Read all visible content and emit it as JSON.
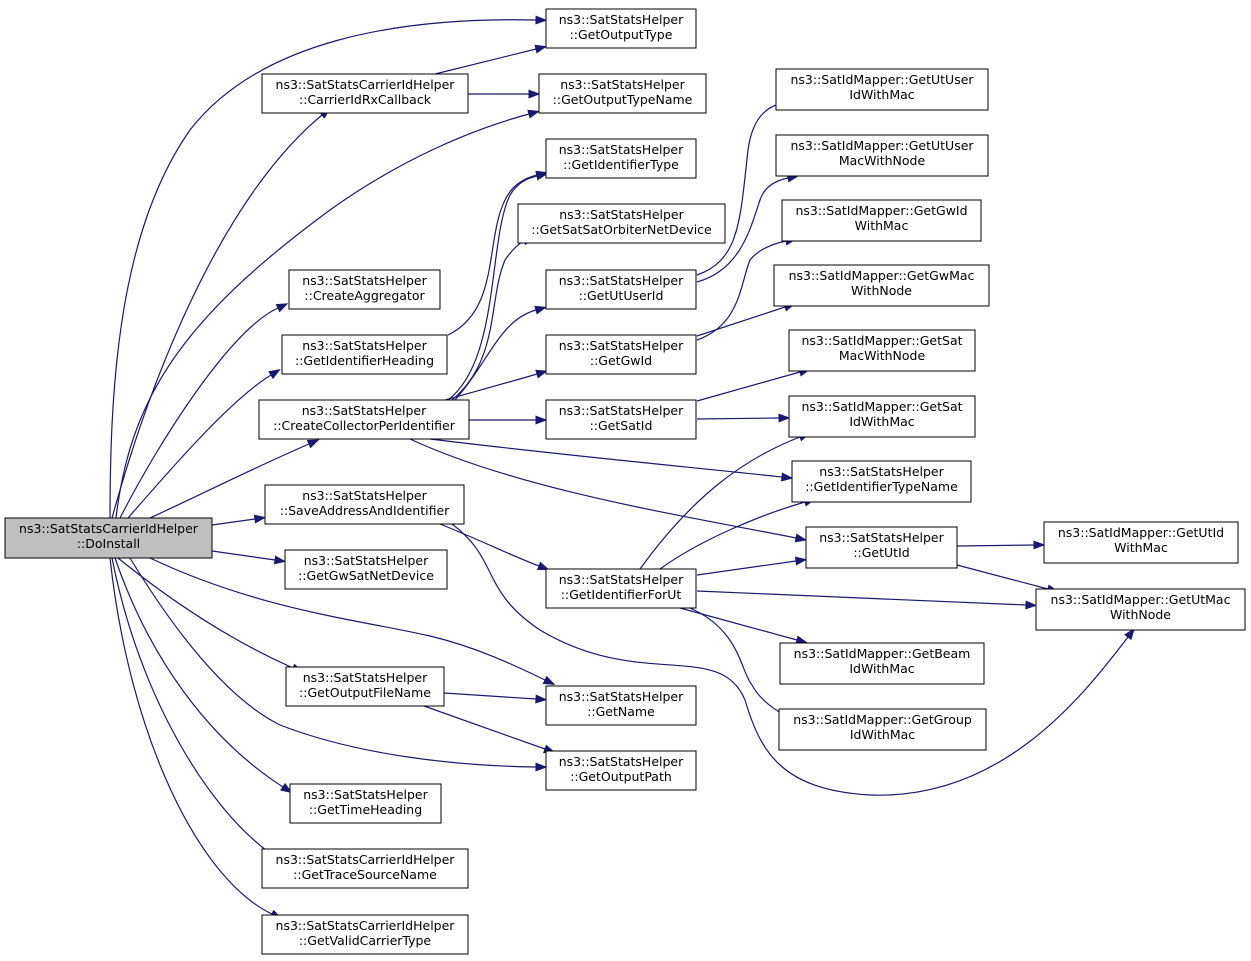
{
  "diagram": {
    "kind": "call-graph",
    "colors": {
      "edge": "#191970",
      "root_fill": "#bfbfbf",
      "node_fill": "#ffffff",
      "node_border": "#000000"
    },
    "nodes": [
      {
        "id": "doinstall",
        "lines": [
          "ns3::SatStatsCarrierIdHelper",
          "::DoInstall"
        ],
        "root": true
      },
      {
        "id": "getoutputtype",
        "lines": [
          "ns3::SatStatsHelper",
          "::GetOutputType"
        ]
      },
      {
        "id": "carrieridrx",
        "lines": [
          "ns3::SatStatsCarrierIdHelper",
          "::CarrierIdRxCallback"
        ]
      },
      {
        "id": "getoutputtypename",
        "lines": [
          "ns3::SatStatsHelper",
          "::GetOutputTypeName"
        ]
      },
      {
        "id": "getidentifiertype",
        "lines": [
          "ns3::SatStatsHelper",
          "::GetIdentifierType"
        ]
      },
      {
        "id": "getsatorbiter",
        "lines": [
          "ns3::SatStatsHelper",
          "::GetSatSatOrbiterNetDevice"
        ]
      },
      {
        "id": "createaggregator",
        "lines": [
          "ns3::SatStatsHelper",
          "::CreateAggregator"
        ]
      },
      {
        "id": "getutuserid",
        "lines": [
          "ns3::SatStatsHelper",
          "::GetUtUserId"
        ]
      },
      {
        "id": "getidentifierheading",
        "lines": [
          "ns3::SatStatsHelper",
          "::GetIdentifierHeading"
        ]
      },
      {
        "id": "getgwid",
        "lines": [
          "ns3::SatStatsHelper",
          "::GetGwId"
        ]
      },
      {
        "id": "createcollector",
        "lines": [
          "ns3::SatStatsHelper",
          "::CreateCollectorPerIdentifier"
        ]
      },
      {
        "id": "getsatid",
        "lines": [
          "ns3::SatStatsHelper",
          "::GetSatId"
        ]
      },
      {
        "id": "saveaddress",
        "lines": [
          "ns3::SatStatsHelper",
          "::SaveAddressAndIdentifier"
        ]
      },
      {
        "id": "getgwsatnetdevice",
        "lines": [
          "ns3::SatStatsHelper",
          "::GetGwSatNetDevice"
        ]
      },
      {
        "id": "getidentifierforut",
        "lines": [
          "ns3::SatStatsHelper",
          "::GetIdentifierForUt"
        ]
      },
      {
        "id": "getoutputfilename",
        "lines": [
          "ns3::SatStatsHelper",
          "::GetOutputFileName"
        ]
      },
      {
        "id": "getname",
        "lines": [
          "ns3::SatStatsHelper",
          "::GetName"
        ]
      },
      {
        "id": "getoutputpath",
        "lines": [
          "ns3::SatStatsHelper",
          "::GetOutputPath"
        ]
      },
      {
        "id": "gettimeheading",
        "lines": [
          "ns3::SatStatsHelper",
          "::GetTimeHeading"
        ]
      },
      {
        "id": "gettracesourcename",
        "lines": [
          "ns3::SatStatsCarrierIdHelper",
          "::GetTraceSourceName"
        ]
      },
      {
        "id": "getvalidcarriertype",
        "lines": [
          "ns3::SatStatsCarrierIdHelper",
          "::GetValidCarrierType"
        ]
      },
      {
        "id": "mapper_getutuseridwithmac",
        "lines": [
          "ns3::SatIdMapper::GetUtUser",
          "IdWithMac"
        ]
      },
      {
        "id": "mapper_getutusermacwithnode",
        "lines": [
          "ns3::SatIdMapper::GetUtUser",
          "MacWithNode"
        ]
      },
      {
        "id": "mapper_getgwidwithmac",
        "lines": [
          "ns3::SatIdMapper::GetGwId",
          "WithMac"
        ]
      },
      {
        "id": "mapper_getgwmacwithnode",
        "lines": [
          "ns3::SatIdMapper::GetGwMac",
          "WithNode"
        ]
      },
      {
        "id": "mapper_getsatmacwithnode",
        "lines": [
          "ns3::SatIdMapper::GetSat",
          "MacWithNode"
        ]
      },
      {
        "id": "mapper_getsatidwithmac",
        "lines": [
          "ns3::SatIdMapper::GetSat",
          "IdWithMac"
        ]
      },
      {
        "id": "getidentifiertypename",
        "lines": [
          "ns3::SatStatsHelper",
          "::GetIdentifierTypeName"
        ]
      },
      {
        "id": "getutid",
        "lines": [
          "ns3::SatStatsHelper",
          "::GetUtId"
        ]
      },
      {
        "id": "mapper_getutidwithmac",
        "lines": [
          "ns3::SatIdMapper::GetUtId",
          "WithMac"
        ]
      },
      {
        "id": "mapper_getutmacwithnode",
        "lines": [
          "ns3::SatIdMapper::GetUtMac",
          "WithNode"
        ]
      },
      {
        "id": "mapper_getbeamidwithmac",
        "lines": [
          "ns3::SatIdMapper::GetBeam",
          "IdWithMac"
        ]
      },
      {
        "id": "mapper_getgroupidwithmac",
        "lines": [
          "ns3::SatIdMapper::GetGroup",
          "IdWithMac"
        ]
      }
    ],
    "edges": [
      {
        "from": "doinstall",
        "to": "getoutputtype"
      },
      {
        "from": "doinstall",
        "to": "carrieridrx"
      },
      {
        "from": "doinstall",
        "to": "getoutputtypename"
      },
      {
        "from": "doinstall",
        "to": "createaggregator"
      },
      {
        "from": "doinstall",
        "to": "getidentifierheading"
      },
      {
        "from": "doinstall",
        "to": "createcollector"
      },
      {
        "from": "doinstall",
        "to": "saveaddress"
      },
      {
        "from": "doinstall",
        "to": "getgwsatnetdevice"
      },
      {
        "from": "doinstall",
        "to": "getoutputfilename"
      },
      {
        "from": "doinstall",
        "to": "getname"
      },
      {
        "from": "doinstall",
        "to": "getoutputpath"
      },
      {
        "from": "doinstall",
        "to": "gettimeheading"
      },
      {
        "from": "doinstall",
        "to": "gettracesourcename"
      },
      {
        "from": "doinstall",
        "to": "getvalidcarriertype"
      },
      {
        "from": "carrieridrx",
        "to": "getoutputtype"
      },
      {
        "from": "carrieridrx",
        "to": "getoutputtypename"
      },
      {
        "from": "getidentifierheading",
        "to": "getidentifiertype"
      },
      {
        "from": "createcollector",
        "to": "getidentifiertype"
      },
      {
        "from": "createcollector",
        "to": "getsatorbiter"
      },
      {
        "from": "createcollector",
        "to": "getutuserid"
      },
      {
        "from": "createcollector",
        "to": "getgwid"
      },
      {
        "from": "createcollector",
        "to": "getsatid"
      },
      {
        "from": "createcollector",
        "to": "getidentifiertypename"
      },
      {
        "from": "createcollector",
        "to": "getutid"
      },
      {
        "from": "saveaddress",
        "to": "getidentifierforut"
      },
      {
        "from": "saveaddress",
        "to": "mapper_getutmacwithnode"
      },
      {
        "from": "getutuserid",
        "to": "mapper_getutuseridwithmac"
      },
      {
        "from": "getutuserid",
        "to": "mapper_getutusermacwithnode"
      },
      {
        "from": "getgwid",
        "to": "mapper_getgwidwithmac"
      },
      {
        "from": "getgwid",
        "to": "mapper_getgwmacwithnode"
      },
      {
        "from": "getsatid",
        "to": "mapper_getsatmacwithnode"
      },
      {
        "from": "getsatid",
        "to": "mapper_getsatidwithmac"
      },
      {
        "from": "getidentifierforut",
        "to": "mapper_getsatidwithmac"
      },
      {
        "from": "getidentifierforut",
        "to": "getidentifiertypename"
      },
      {
        "from": "getidentifierforut",
        "to": "getutid"
      },
      {
        "from": "getidentifierforut",
        "to": "mapper_getutmacwithnode"
      },
      {
        "from": "getidentifierforut",
        "to": "mapper_getbeamidwithmac"
      },
      {
        "from": "getidentifierforut",
        "to": "mapper_getgroupidwithmac"
      },
      {
        "from": "getutid",
        "to": "mapper_getutidwithmac"
      },
      {
        "from": "getutid",
        "to": "mapper_getutmacwithnode"
      },
      {
        "from": "getoutputfilename",
        "to": "getname"
      },
      {
        "from": "getoutputfilename",
        "to": "getoutputpath"
      }
    ]
  }
}
